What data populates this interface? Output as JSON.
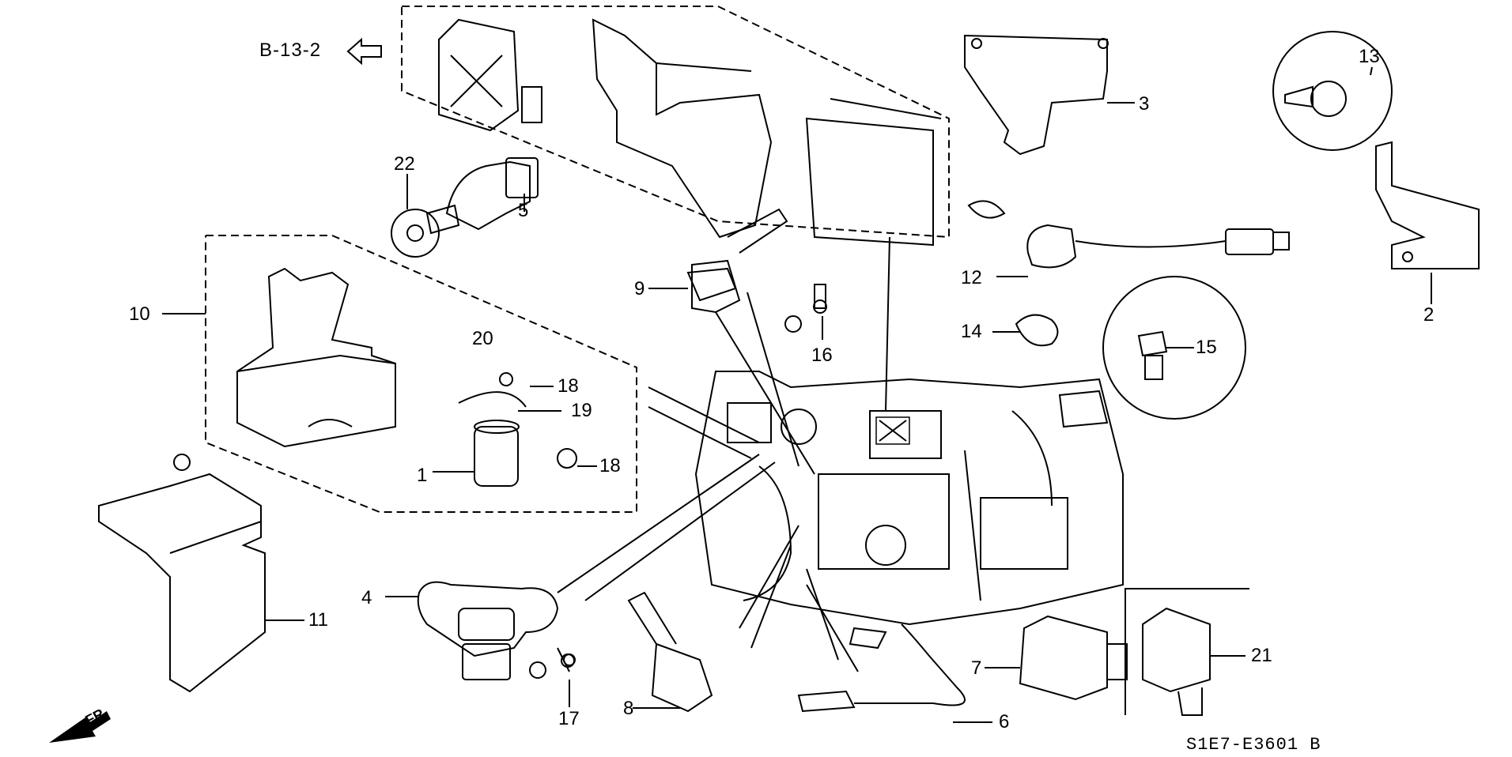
{
  "reference": "B-13-2",
  "diagram_code": "S1E7-E3601 B",
  "direction_label": "FR.",
  "callouts": [
    "1",
    "2",
    "3",
    "4",
    "5",
    "6",
    "7",
    "8",
    "9",
    "10",
    "11",
    "12",
    "13",
    "14",
    "15",
    "16",
    "17",
    "18",
    "18",
    "19",
    "20",
    "21",
    "22"
  ]
}
